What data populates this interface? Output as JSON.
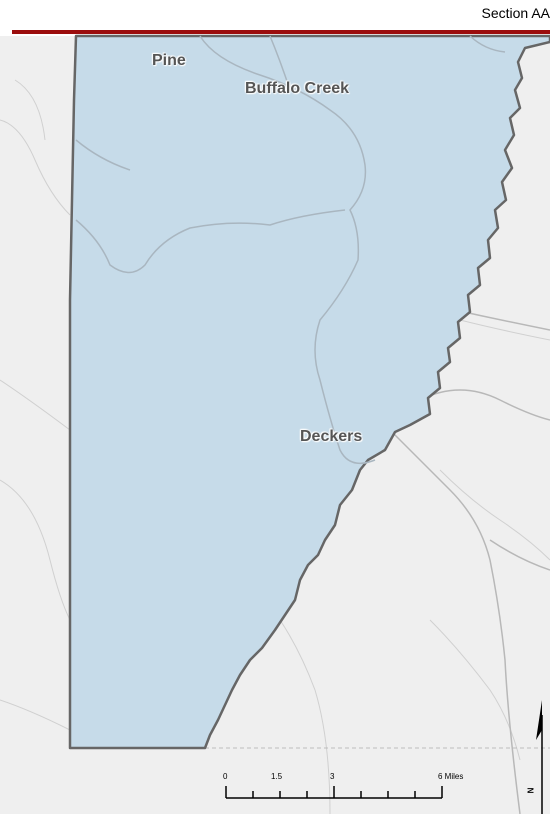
{
  "header": {
    "section_title": "Section AA",
    "rule_color": "#9b0d0d"
  },
  "map": {
    "places": [
      {
        "name": "Pine"
      },
      {
        "name": "Buffalo Creek"
      },
      {
        "name": "Deckers"
      }
    ],
    "colors": {
      "background": "#efefef",
      "area_fill": "#c6dbe9",
      "boundary": "#666666",
      "roads": "#b8b8b8",
      "minor_roads": "#d0d0d0"
    }
  },
  "scale_bar": {
    "ticks": [
      "0",
      "1.5",
      "3",
      "6 Miles"
    ]
  },
  "north_arrow": {
    "label": "N",
    "icon": "north-arrow-icon"
  }
}
